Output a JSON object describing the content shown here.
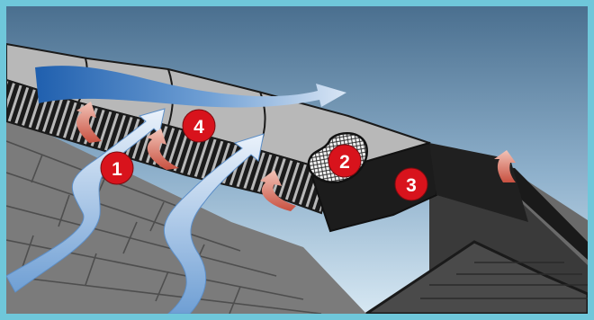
{
  "badges": {
    "b1": "1",
    "b2": "2",
    "b3": "3",
    "b4": "4"
  },
  "colors": {
    "frame": "#6fc7da",
    "sky_top": "#4a6f8f",
    "sky_bottom": "#cfe4f1",
    "shingle": "#7a7a7a",
    "ridge_cap": "#b4b4b4",
    "vent_slots": "#1a1a1a",
    "badge": "#d8131c",
    "airflow": "#9fc3e6",
    "exhaust_arrow": "#2a67b4",
    "warm_air": "#e8a08e"
  },
  "icons": {
    "intake_airflow": "wavy-arrow-icon",
    "exhaust_airflow": "ridge-exhaust-arrow-icon",
    "heat_rise": "warm-air-arrow-icon",
    "vent_mesh": "mesh-filter-icon"
  }
}
